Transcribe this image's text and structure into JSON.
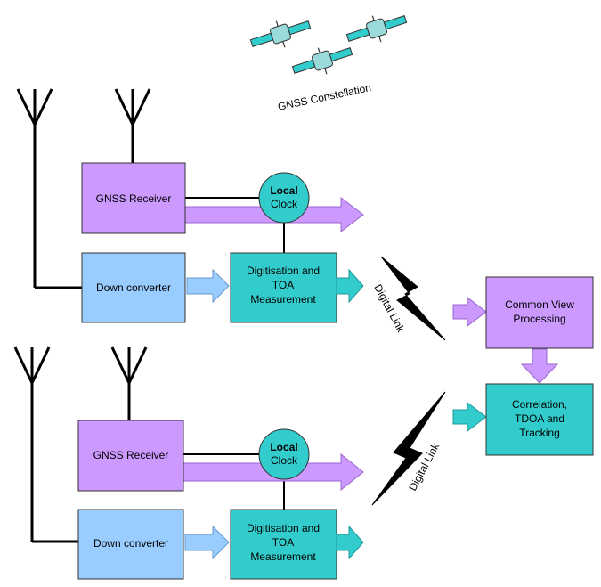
{
  "constellation": {
    "label": "GNSS Constellation",
    "satellite_count": 3
  },
  "station_top": {
    "gnss_receiver": "GNSS Receiver",
    "down_converter": "Down converter",
    "clock_line1": "Local",
    "clock_line2": "Clock",
    "digitisation_line1": "Digitisation and",
    "digitisation_line2": "TOA",
    "digitisation_line3": "Measurement"
  },
  "station_bottom": {
    "gnss_receiver": "GNSS Receiver",
    "down_converter": "Down converter",
    "clock_line1": "Local",
    "clock_line2": "Clock",
    "digitisation_line1": "Digitisation and",
    "digitisation_line2": "TOA",
    "digitisation_line3": "Measurement"
  },
  "links": {
    "top": "Digital Link",
    "bottom": "Digital Link"
  },
  "central": {
    "common_view_line1": "Common View",
    "common_view_line2": "Processing",
    "correlation_line1": "Correlation,",
    "correlation_line2": "TDOA and",
    "correlation_line3": "Tracking"
  },
  "colors": {
    "purple_box": "#cc99ff",
    "blue_box": "#99ccff",
    "teal_box": "#33cccc",
    "purple_arrow": "#cc99ff",
    "blue_arrow": "#99ccff",
    "teal_arrow": "#33cccc",
    "outline": "#333333"
  }
}
